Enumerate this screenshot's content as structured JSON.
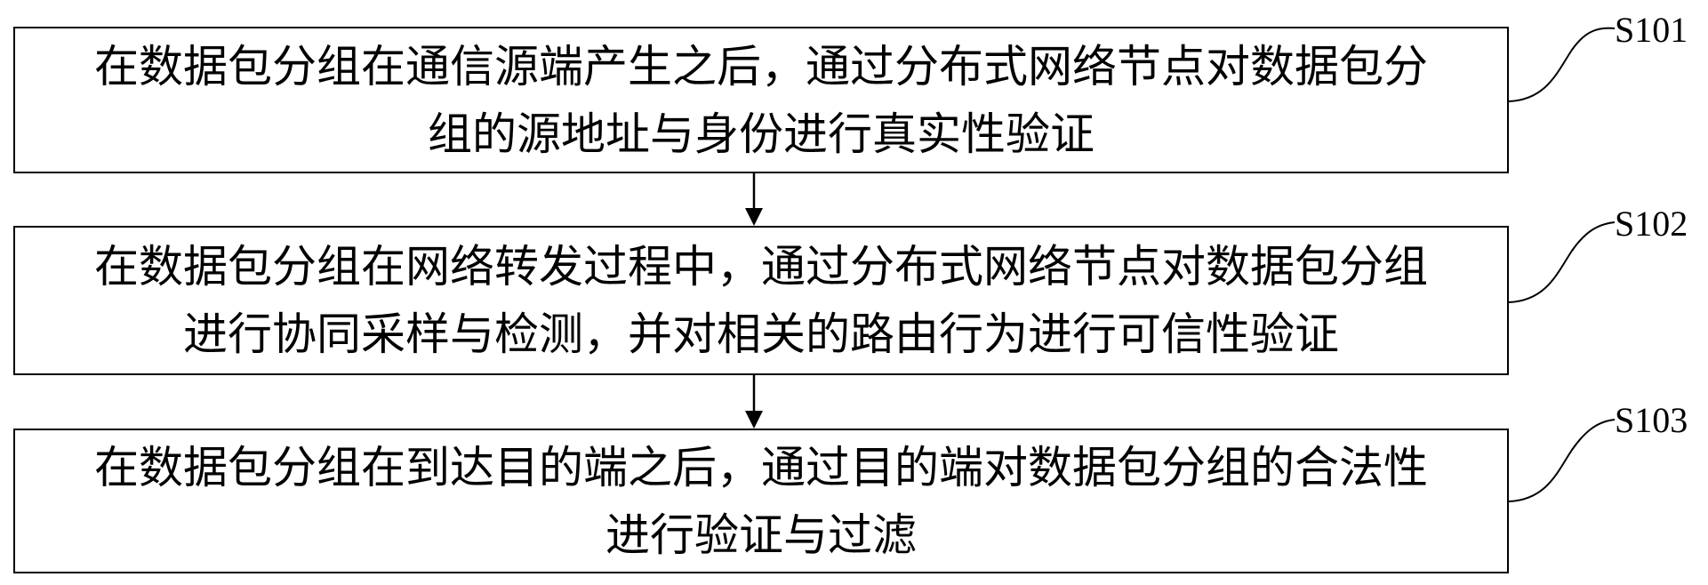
{
  "steps": [
    {
      "label": "S101",
      "line1": "在数据包分组在通信源端产生之后，通过分布式网络节点对数据包分",
      "line2": "组的源地址与身份进行真实性验证"
    },
    {
      "label": "S102",
      "line1": "在数据包分组在网络转发过程中，通过分布式网络节点对数据包分组",
      "line2": "进行协同采样与检测，并对相关的路由行为进行可信性验证"
    },
    {
      "label": "S103",
      "line1": "在数据包分组在到达目的端之后，通过目的端对数据包分组的合法性",
      "line2": "进行验证与过滤"
    }
  ],
  "colors": {
    "stroke": "#000000",
    "background": "#ffffff"
  }
}
